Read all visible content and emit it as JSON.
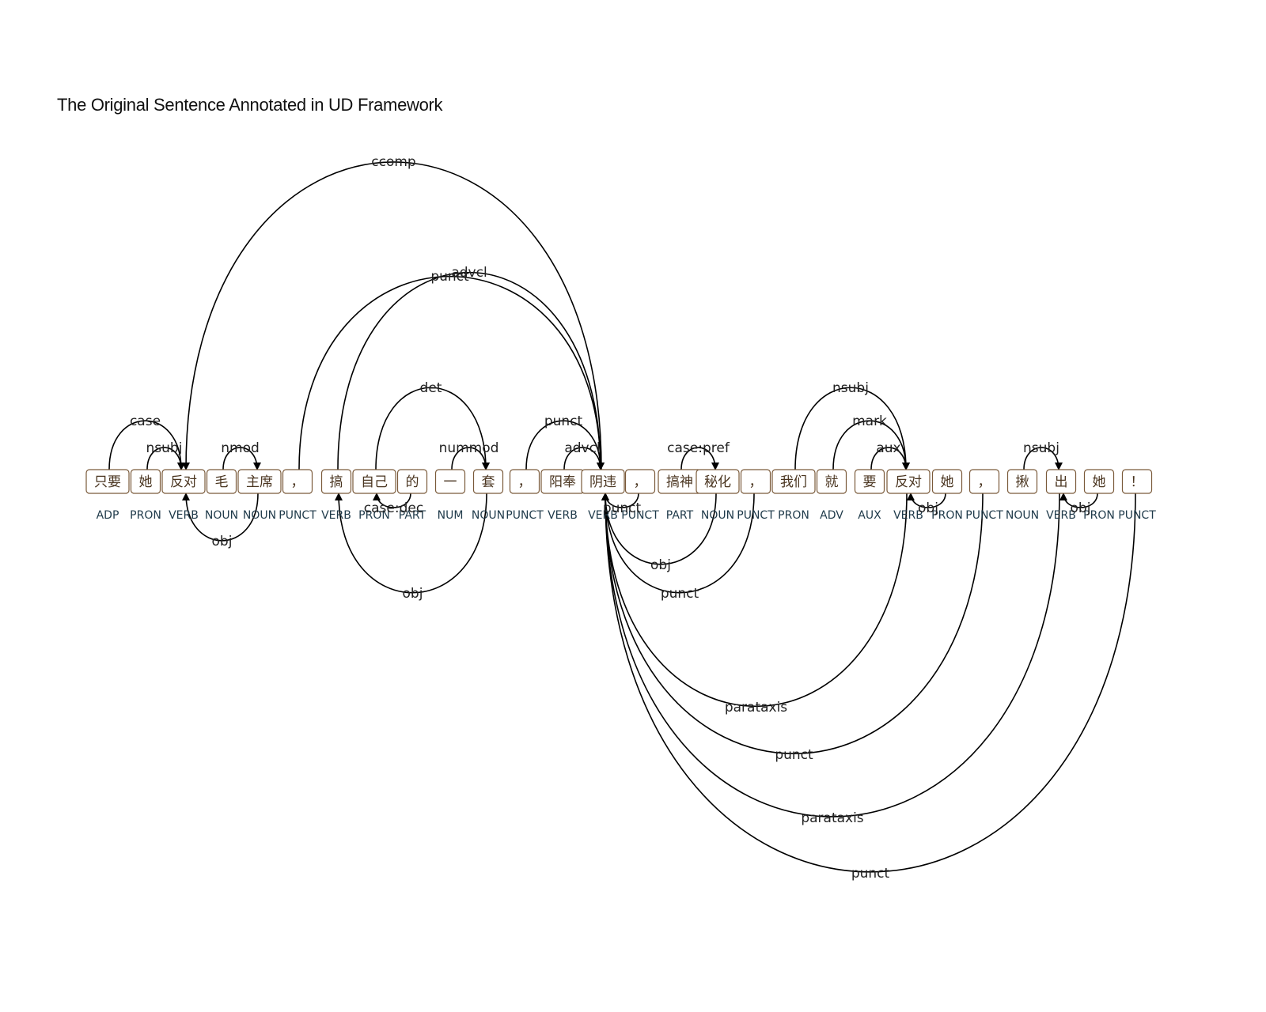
{
  "title": "The Original Sentence Annotated in UD Framework",
  "tokens": [
    {
      "form": "只要",
      "pos": "ADP"
    },
    {
      "form": "她",
      "pos": "PRON"
    },
    {
      "form": "反对",
      "pos": "VERB"
    },
    {
      "form": "毛",
      "pos": "NOUN"
    },
    {
      "form": "主席",
      "pos": "NOUN"
    },
    {
      "form": "，",
      "pos": "PUNCT"
    },
    {
      "form": "搞",
      "pos": "VERB"
    },
    {
      "form": "自己",
      "pos": "PRON"
    },
    {
      "form": "的",
      "pos": "PART"
    },
    {
      "form": "一",
      "pos": "NUM"
    },
    {
      "form": "套",
      "pos": "NOUN"
    },
    {
      "form": "，",
      "pos": "PUNCT"
    },
    {
      "form": "阳奉",
      "pos": "VERB"
    },
    {
      "form": "阴违",
      "pos": "VERB"
    },
    {
      "form": "，",
      "pos": "PUNCT"
    },
    {
      "form": "搞神",
      "pos": "PART"
    },
    {
      "form": "秘化",
      "pos": "NOUN"
    },
    {
      "form": "，",
      "pos": "PUNCT"
    },
    {
      "form": "我们",
      "pos": "PRON"
    },
    {
      "form": "就",
      "pos": "ADV"
    },
    {
      "form": "要",
      "pos": "AUX"
    },
    {
      "form": "反对",
      "pos": "VERB"
    },
    {
      "form": "她",
      "pos": "PRON"
    },
    {
      "form": "，",
      "pos": "PUNCT"
    },
    {
      "form": "揪",
      "pos": "NOUN"
    },
    {
      "form": "出",
      "pos": "VERB"
    },
    {
      "form": "她",
      "pos": "PRON"
    },
    {
      "form": "！",
      "pos": "PUNCT"
    }
  ],
  "arcs": [
    {
      "from": 0,
      "to": 2,
      "label": "case",
      "side": "above"
    },
    {
      "from": 1,
      "to": 2,
      "label": "nsubj",
      "side": "above"
    },
    {
      "from": 3,
      "to": 4,
      "label": "nmod",
      "side": "above"
    },
    {
      "from": 4,
      "to": 2,
      "label": "obj",
      "side": "below"
    },
    {
      "from": 13,
      "to": 2,
      "label": "ccomp",
      "side": "above"
    },
    {
      "from": 5,
      "to": 13,
      "label": "punct",
      "side": "above"
    },
    {
      "from": 6,
      "to": 13,
      "label": "advcl",
      "side": "above"
    },
    {
      "from": 7,
      "to": 10,
      "label": "det",
      "side": "above"
    },
    {
      "from": 8,
      "to": 7,
      "label": "case:dec",
      "side": "below"
    },
    {
      "from": 10,
      "to": 6,
      "label": "obj",
      "side": "below"
    },
    {
      "from": 9,
      "to": 10,
      "label": "nummod",
      "side": "above"
    },
    {
      "from": 11,
      "to": 13,
      "label": "punct",
      "side": "above"
    },
    {
      "from": 12,
      "to": 13,
      "label": "advcl",
      "side": "above"
    },
    {
      "from": 14,
      "to": 13,
      "label": "punct",
      "side": "below"
    },
    {
      "from": 15,
      "to": 16,
      "label": "case:pref",
      "side": "above"
    },
    {
      "from": 16,
      "to": 13,
      "label": "obj",
      "side": "below"
    },
    {
      "from": 17,
      "to": 13,
      "label": "punct",
      "side": "below"
    },
    {
      "from": 18,
      "to": 21,
      "label": "nsubj",
      "side": "above"
    },
    {
      "from": 19,
      "to": 21,
      "label": "mark",
      "side": "above"
    },
    {
      "from": 20,
      "to": 21,
      "label": "aux",
      "side": "above"
    },
    {
      "from": 22,
      "to": 21,
      "label": "obj",
      "side": "below"
    },
    {
      "from": 21,
      "to": 13,
      "label": "parataxis",
      "side": "below"
    },
    {
      "from": 23,
      "to": 13,
      "label": "punct",
      "side": "below"
    },
    {
      "from": 24,
      "to": 25,
      "label": "nsubj",
      "side": "above"
    },
    {
      "from": 26,
      "to": 25,
      "label": "obj",
      "side": "below"
    },
    {
      "from": 25,
      "to": 13,
      "label": "parataxis",
      "side": "below"
    },
    {
      "from": 27,
      "to": 13,
      "label": "punct",
      "side": "below"
    }
  ]
}
